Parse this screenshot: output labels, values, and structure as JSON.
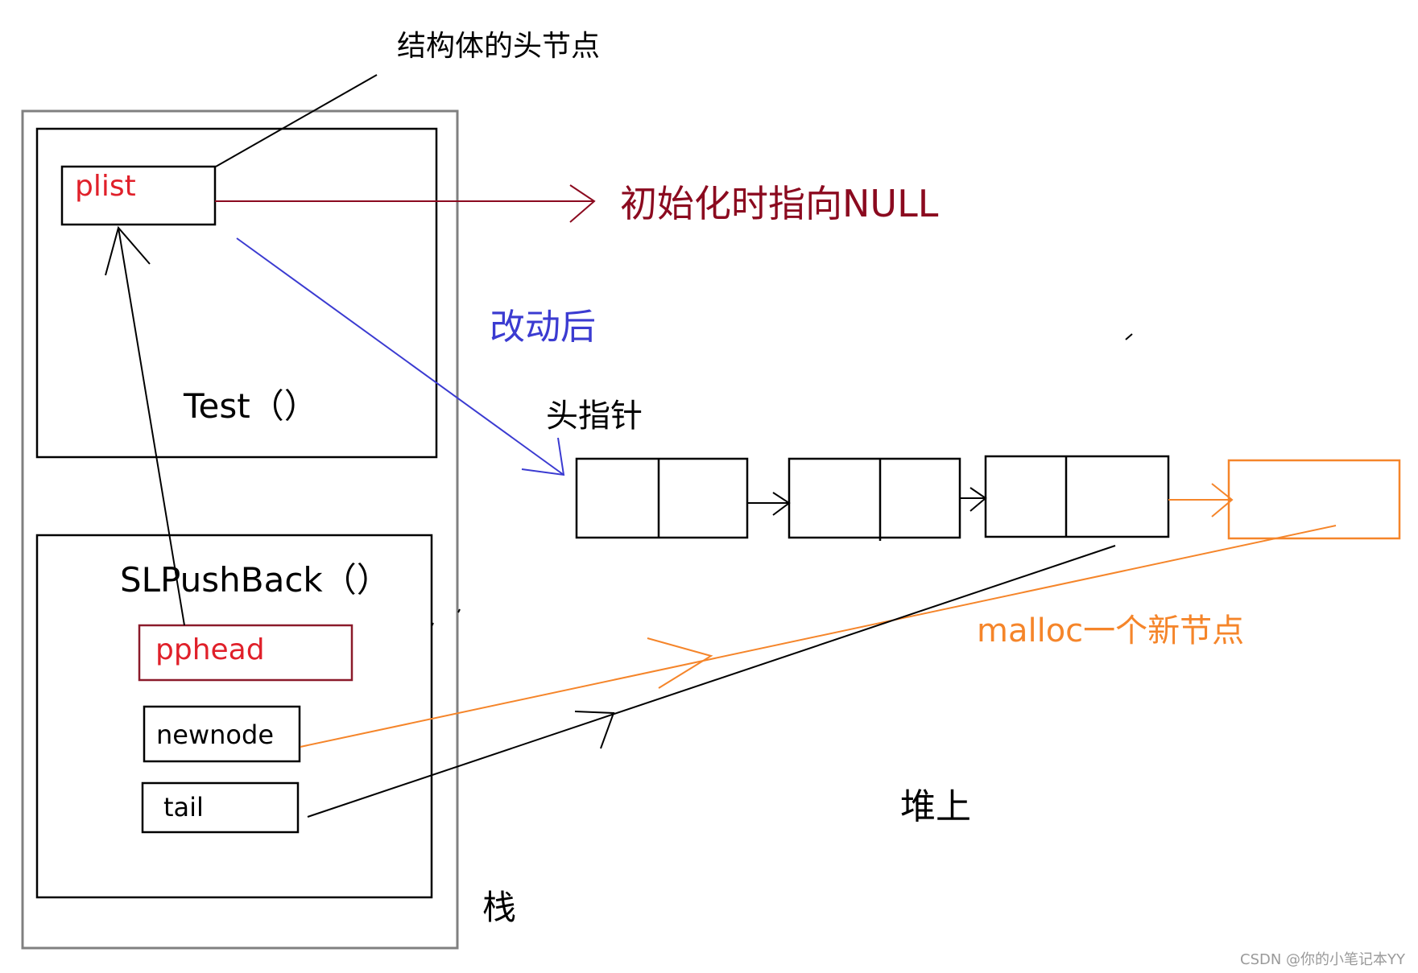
{
  "labels": {
    "struct_head": "结构体的头节点",
    "plist": "plist",
    "init_null": "初始化时指向NULL",
    "after_change": "改动后",
    "test_func": "Test（）",
    "head_pointer": "头指针",
    "slpushback": "SLPushBack（）",
    "pphead": "pphead",
    "newnode": "newnode",
    "tail": "tail",
    "malloc_node": "malloc一个新节点",
    "heap": "堆上",
    "stack": "栈"
  },
  "watermark": "CSDN @你的小笔记本YY",
  "colors": {
    "black": "#000000",
    "frame_gray": "#808080",
    "plist_red": "#e0202a",
    "init_darkred": "#8b0a1f",
    "pphead_border": "#8b1a2a",
    "blue": "#3b3bd1",
    "orange": "#f5852a",
    "watermark": "#9a9a9a"
  }
}
